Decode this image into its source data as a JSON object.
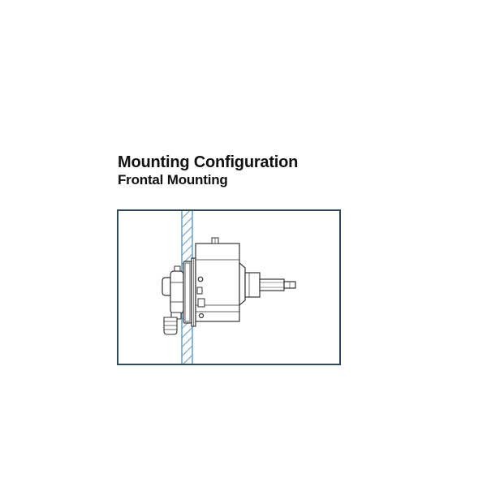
{
  "heading": {
    "title": "Mounting Configuration",
    "subtitle": "Frontal Mounting"
  },
  "diagram": {
    "frame_color": "#2f4a57",
    "wall_hatch_color": "#6aa4c8",
    "line_color": "#333333",
    "icons": [
      "mounting-wall",
      "gear-unit-body",
      "output-shaft",
      "cable-connector"
    ]
  }
}
